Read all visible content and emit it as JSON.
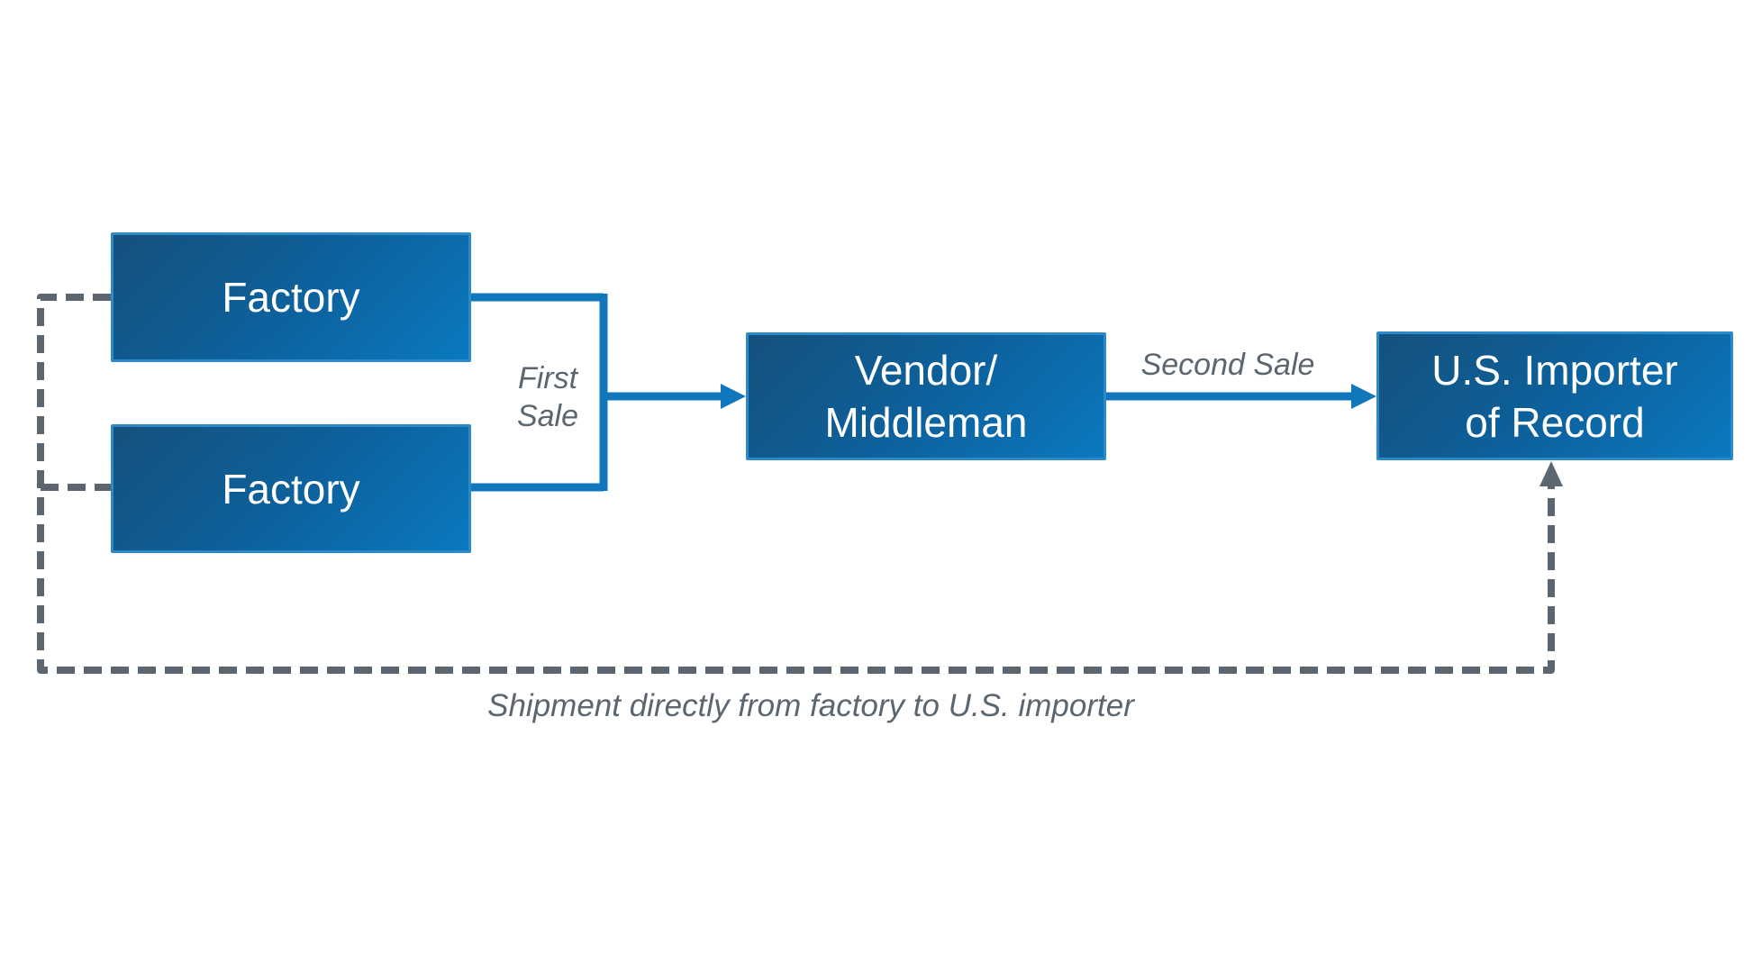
{
  "colors": {
    "background": "#ffffff",
    "accent_blue": "#1077bd",
    "box_border": "#2b8ac7",
    "box_gradient_start": "#15517d",
    "box_gradient_mid": "#0d609b",
    "box_gradient_end": "#0a79bf",
    "box_text": "#ffffff",
    "label_gray": "#5b6670"
  },
  "nodes": {
    "factory_top": {
      "label": "Factory"
    },
    "factory_bottom": {
      "label": "Factory"
    },
    "vendor": {
      "line1": "Vendor/",
      "line2": "Middleman"
    },
    "importer": {
      "line1": "U.S. Importer",
      "line2": "of Record"
    }
  },
  "edge_labels": {
    "first_sale": {
      "line1": "First",
      "line2": "Sale"
    },
    "second_sale": "Second Sale",
    "shipment_caption": "Shipment directly from factory to U.S. importer"
  }
}
